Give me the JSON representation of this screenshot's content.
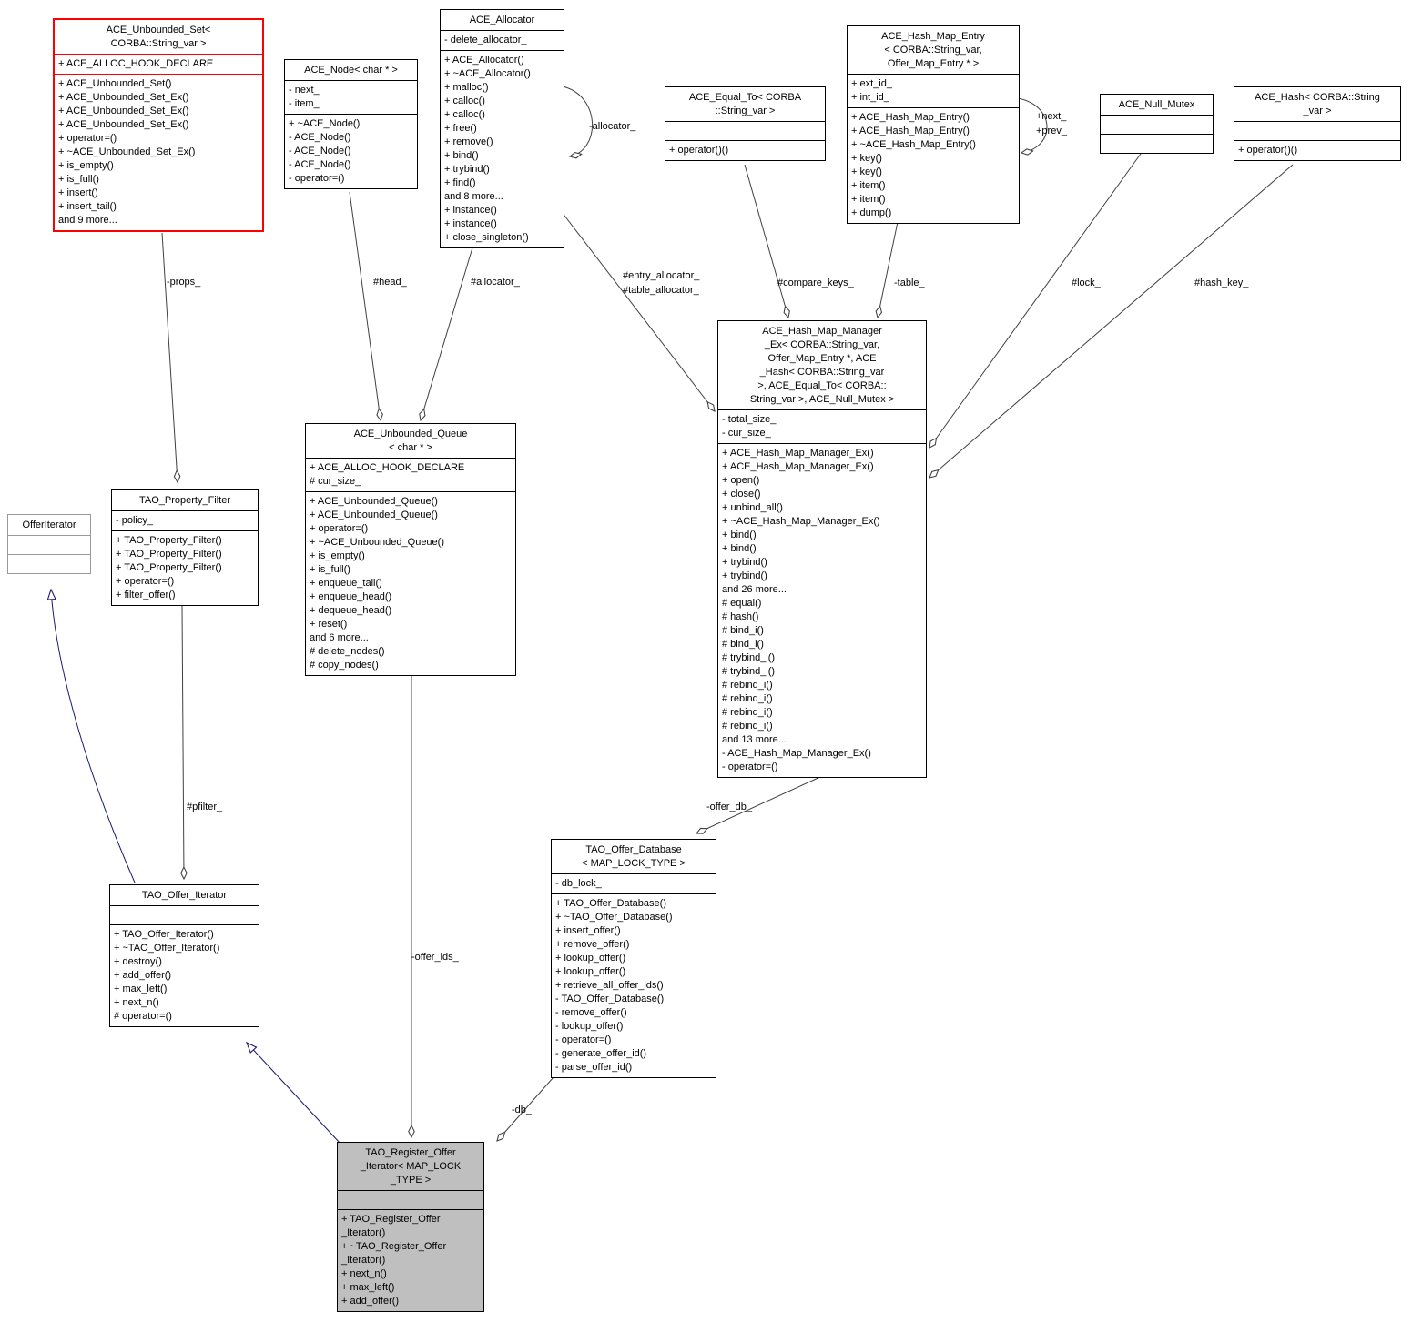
{
  "diagram": {
    "title": "TAO_Register_Offer_Iterator collaboration diagram",
    "colors": {
      "box_border": "#000000",
      "highlight_border": "#ff0000",
      "undocumented_border": "#999999",
      "current_node_fill": "#bfbfbf",
      "edge": "#404040",
      "inheritance_edge": "#191970",
      "background": "#ffffff"
    },
    "classes": [
      {
        "id": "ace-unbounded-set",
        "title": [
          "ACE_Unbounded_Set<",
          "CORBA::String_var >"
        ],
        "attrs": [
          "+ ACE_ALLOC_HOOK_DECLARE"
        ],
        "methods": [
          "+ ACE_Unbounded_Set()",
          "+ ACE_Unbounded_Set_Ex()",
          "+ ACE_Unbounded_Set_Ex()",
          "+ ACE_Unbounded_Set_Ex()",
          "+ operator=()",
          "+ ~ACE_Unbounded_Set_Ex()",
          "+ is_empty()",
          "+ is_full()",
          "+ insert()",
          "+ insert_tail()",
          "and 9 more..."
        ],
        "border": "#ff0000",
        "thick": true,
        "interactable": true
      },
      {
        "id": "ace-node",
        "title": [
          "ACE_Node< char * >"
        ],
        "attrs": [
          "- next_",
          "- item_"
        ],
        "methods": [
          "+ ~ACE_Node()",
          "- ACE_Node()",
          "- ACE_Node()",
          "- ACE_Node()",
          "- operator=()"
        ],
        "interactable": true
      },
      {
        "id": "ace-allocator",
        "title": [
          "ACE_Allocator"
        ],
        "attrs": [
          "- delete_allocator_"
        ],
        "methods": [
          "+ ACE_Allocator()",
          "+ ~ACE_Allocator()",
          "+ malloc()",
          "+ calloc()",
          "+ calloc()",
          "+ free()",
          "+ remove()",
          "+ bind()",
          "+ trybind()",
          "+ find()",
          "and 8 more...",
          "+ instance()",
          "+ instance()",
          "+ close_singleton()"
        ],
        "interactable": true
      },
      {
        "id": "ace-equal-to",
        "title": [
          "ACE_Equal_To< CORBA",
          "::String_var >"
        ],
        "attrs": [],
        "methods": [
          "+ operator()()"
        ],
        "interactable": true
      },
      {
        "id": "ace-hash-map-entry",
        "title": [
          "ACE_Hash_Map_Entry",
          "< CORBA::String_var,",
          "Offer_Map_Entry * >"
        ],
        "attrs": [
          "+ ext_id_",
          "+ int_id_"
        ],
        "methods": [
          "+ ACE_Hash_Map_Entry()",
          "+ ACE_Hash_Map_Entry()",
          "+ ~ACE_Hash_Map_Entry()",
          "+ key()",
          "+ key()",
          "+ item()",
          "+ item()",
          "+ dump()"
        ],
        "interactable": true
      },
      {
        "id": "ace-null-mutex",
        "title": [
          "ACE_Null_Mutex"
        ],
        "attrs": [],
        "methods": [],
        "interactable": true
      },
      {
        "id": "ace-hash",
        "title": [
          "ACE_Hash< CORBA::String",
          "_var >"
        ],
        "attrs": [],
        "methods": [
          "+ operator()()"
        ],
        "interactable": true
      },
      {
        "id": "ace-hash-map-manager",
        "title": [
          "ACE_Hash_Map_Manager",
          "_Ex< CORBA::String_var,",
          "Offer_Map_Entry *, ACE",
          "_Hash< CORBA::String_var",
          ">, ACE_Equal_To< CORBA::",
          "String_var >, ACE_Null_Mutex >"
        ],
        "attrs": [
          "- total_size_",
          "- cur_size_"
        ],
        "methods": [
          "+ ACE_Hash_Map_Manager_Ex()",
          "+ ACE_Hash_Map_Manager_Ex()",
          "+ open()",
          "+ close()",
          "+ unbind_all()",
          "+ ~ACE_Hash_Map_Manager_Ex()",
          "+ bind()",
          "+ bind()",
          "+ trybind()",
          "+ trybind()",
          "and 26 more...",
          "# equal()",
          "# hash()",
          "# bind_i()",
          "# bind_i()",
          "# trybind_i()",
          "# trybind_i()",
          "# rebind_i()",
          "# rebind_i()",
          "# rebind_i()",
          "# rebind_i()",
          "and 13 more...",
          "- ACE_Hash_Map_Manager_Ex()",
          "- operator=()"
        ],
        "interactable": true
      },
      {
        "id": "tao-property-filter",
        "title": [
          "TAO_Property_Filter"
        ],
        "attrs": [
          "- policy_"
        ],
        "methods": [
          "+ TAO_Property_Filter()",
          "+ TAO_Property_Filter()",
          "+ TAO_Property_Filter()",
          "+ operator=()",
          "+ filter_offer()"
        ],
        "interactable": true
      },
      {
        "id": "offer-iterator",
        "title": [
          "OfferIterator"
        ],
        "attrs": [],
        "methods": [],
        "border": "#999999",
        "interactable": false
      },
      {
        "id": "ace-unbounded-queue",
        "title": [
          "ACE_Unbounded_Queue",
          "< char * >"
        ],
        "attrs": [
          "+ ACE_ALLOC_HOOK_DECLARE",
          "# cur_size_"
        ],
        "methods": [
          "+ ACE_Unbounded_Queue()",
          "+ ACE_Unbounded_Queue()",
          "+ operator=()",
          "+ ~ACE_Unbounded_Queue()",
          "+ is_empty()",
          "+ is_full()",
          "+ enqueue_tail()",
          "+ enqueue_head()",
          "+ dequeue_head()",
          "+ reset()",
          "and 6 more...",
          "# delete_nodes()",
          "# copy_nodes()"
        ],
        "interactable": true
      },
      {
        "id": "tao-offer-iterator",
        "title": [
          "TAO_Offer_Iterator"
        ],
        "attrs": [],
        "methods": [
          "+ TAO_Offer_Iterator()",
          "+ ~TAO_Offer_Iterator()",
          "+ destroy()",
          "+ add_offer()",
          "+ max_left()",
          "+ next_n()",
          "# operator=()"
        ],
        "interactable": true
      },
      {
        "id": "tao-offer-database",
        "title": [
          "TAO_Offer_Database",
          "< MAP_LOCK_TYPE >"
        ],
        "attrs": [
          "- db_lock_"
        ],
        "methods": [
          "+ TAO_Offer_Database()",
          "+ ~TAO_Offer_Database()",
          "+ insert_offer()",
          "+ remove_offer()",
          "+ lookup_offer()",
          "+ lookup_offer()",
          "+ retrieve_all_offer_ids()",
          "- TAO_Offer_Database()",
          "- remove_offer()",
          "- lookup_offer()",
          "- operator=()",
          "- generate_offer_id()",
          "- parse_offer_id()"
        ],
        "interactable": true
      },
      {
        "id": "tao-register-offer-iterator",
        "title": [
          "TAO_Register_Offer",
          "_Iterator< MAP_LOCK",
          "_TYPE >"
        ],
        "attrs": [],
        "methods": [
          "+ TAO_Register_Offer",
          "_Iterator()",
          "+ ~TAO_Register_Offer",
          "_Iterator()",
          "+ next_n()",
          "+ max_left()",
          "+ add_offer()"
        ],
        "fill": "#bfbfbf",
        "interactable": false
      }
    ],
    "edges": [
      {
        "id": "props",
        "label": "-props_"
      },
      {
        "id": "head",
        "label": "#head_"
      },
      {
        "id": "allocator-queue",
        "label": "#allocator_"
      },
      {
        "id": "allocator-self",
        "label": "-allocator_"
      },
      {
        "id": "entry-table-allocator",
        "label": "#entry_allocator_\n#table_allocator_"
      },
      {
        "id": "compare-keys",
        "label": "#compare_keys_"
      },
      {
        "id": "table",
        "label": "-table_"
      },
      {
        "id": "next-prev",
        "label": "+next_\n+prev_"
      },
      {
        "id": "lock",
        "label": "#lock_"
      },
      {
        "id": "hash-key",
        "label": "#hash_key_"
      },
      {
        "id": "pfilter",
        "label": "#pfilter_"
      },
      {
        "id": "offer-db",
        "label": "-offer_db_"
      },
      {
        "id": "offer-ids",
        "label": "-offer_ids_"
      },
      {
        "id": "db",
        "label": "-db_"
      },
      {
        "id": "inherit-offeriterator",
        "label": ""
      },
      {
        "id": "inherit-taoofferiterator",
        "label": ""
      }
    ]
  }
}
